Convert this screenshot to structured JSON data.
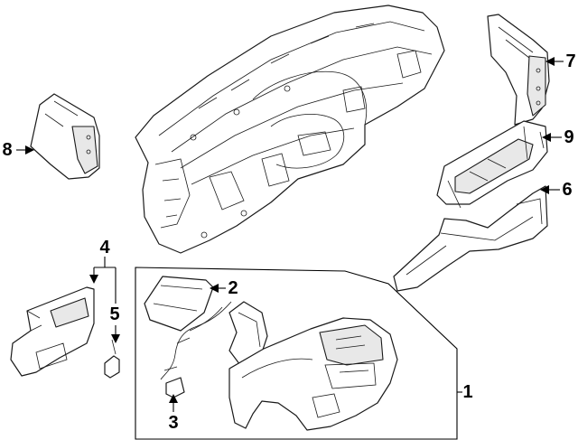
{
  "callouts": {
    "c1": "1",
    "c2": "2",
    "c3": "3",
    "c4": "4",
    "c5": "5",
    "c6": "6",
    "c7": "7",
    "c8": "8",
    "c9": "9"
  },
  "colors": {
    "line": "#1a1a1a",
    "shade": "#e8e8e8",
    "background": "#ffffff"
  }
}
